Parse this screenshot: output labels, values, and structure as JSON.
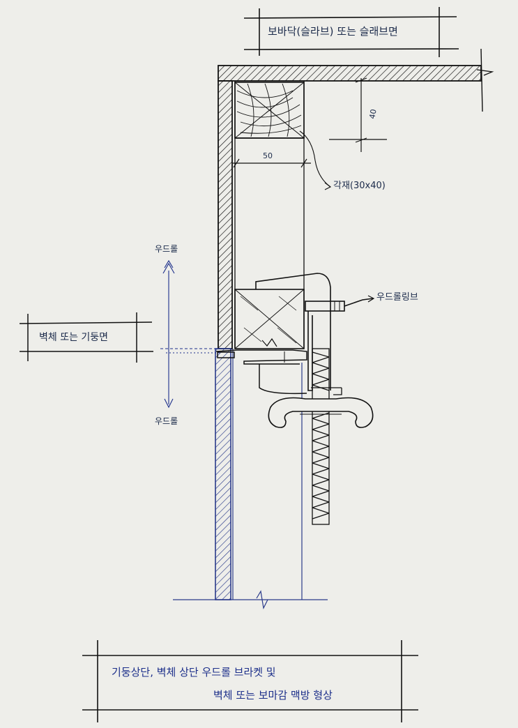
{
  "title_box": {
    "text": "보바닥(슬라브) 또는 슬래브면"
  },
  "left_box": {
    "text": "벽체 또는 기둥면"
  },
  "dimensions": {
    "vertical": "40",
    "horizontal": "50"
  },
  "callouts": {
    "wood_block": "각재(30x40)",
    "rail_bracket": "우드롤링브"
  },
  "arrows": {
    "up": "우드롤",
    "down": "우드롤"
  },
  "caption": {
    "line1": "기둥상단, 벽체 상단 우드롤 브라켓 및",
    "line2": "벽체 또는 보마감 맥방 형상"
  }
}
